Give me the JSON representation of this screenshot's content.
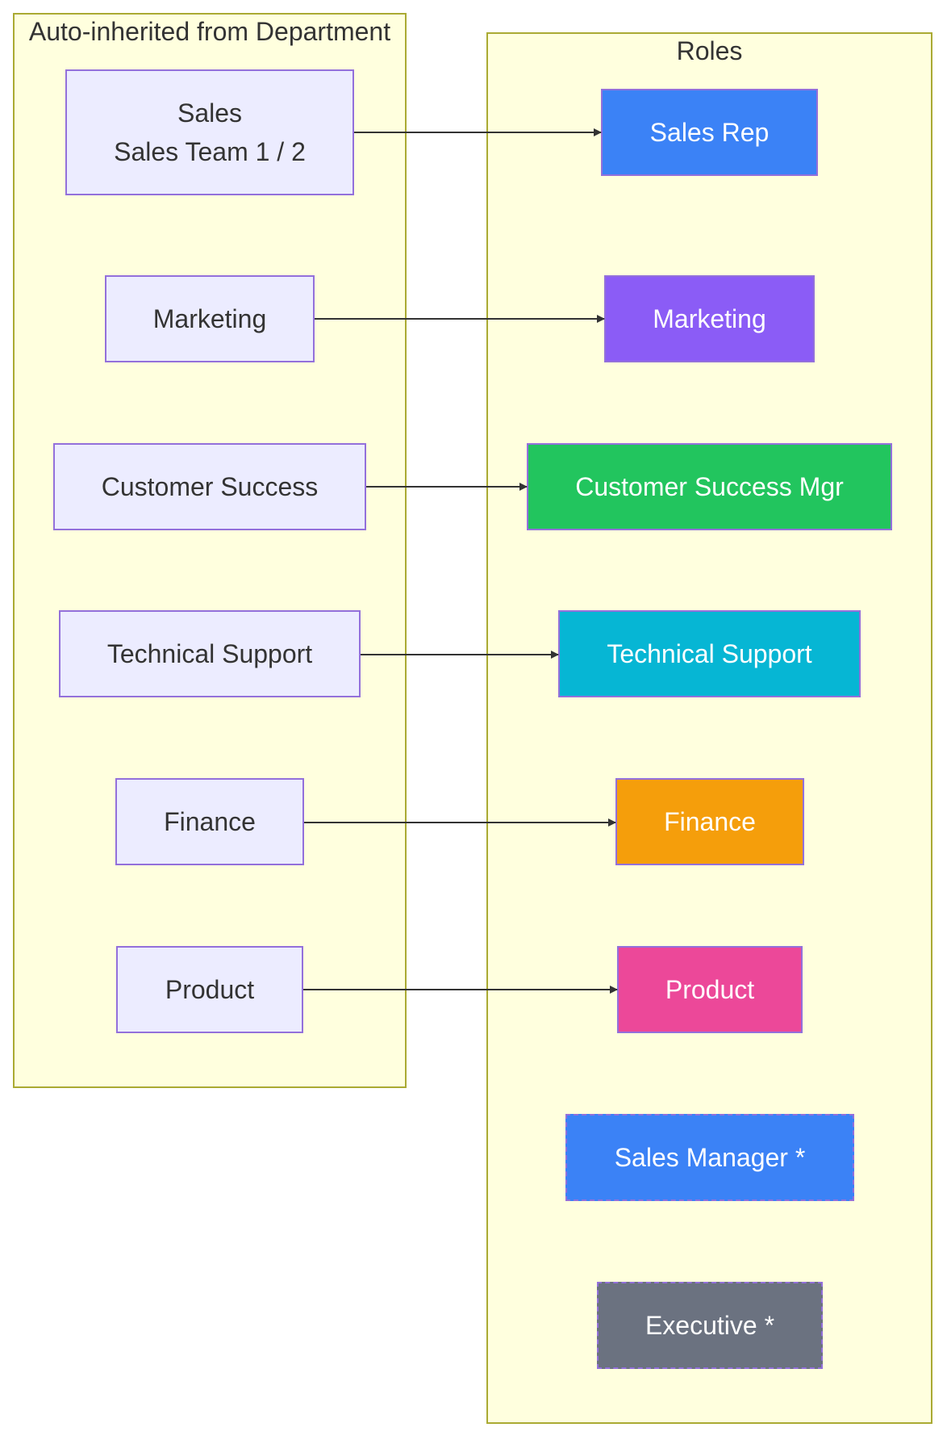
{
  "clusters": {
    "departments": {
      "title": "Auto-inherited from Department"
    },
    "roles": {
      "title": "Roles"
    }
  },
  "departments": [
    {
      "id": "sales",
      "lines": [
        "Sales",
        "Sales Team 1 / 2"
      ]
    },
    {
      "id": "marketing",
      "lines": [
        "Marketing"
      ]
    },
    {
      "id": "customer-success",
      "lines": [
        "Customer Success"
      ]
    },
    {
      "id": "technical-support",
      "lines": [
        "Technical Support"
      ]
    },
    {
      "id": "finance",
      "lines": [
        "Finance"
      ]
    },
    {
      "id": "product",
      "lines": [
        "Product"
      ]
    }
  ],
  "roles": [
    {
      "id": "sales-rep",
      "label": "Sales Rep",
      "color": "#3b82f6",
      "dashed": false
    },
    {
      "id": "marketing",
      "label": "Marketing",
      "color": "#8b5cf6",
      "dashed": false
    },
    {
      "id": "customer-success-mgr",
      "label": "Customer Success Mgr",
      "color": "#22c55e",
      "dashed": false
    },
    {
      "id": "technical-support",
      "label": "Technical Support",
      "color": "#06b6d4",
      "dashed": false
    },
    {
      "id": "finance",
      "label": "Finance",
      "color": "#f59e0b",
      "dashed": false
    },
    {
      "id": "product",
      "label": "Product",
      "color": "#ec4899",
      "dashed": false
    },
    {
      "id": "sales-manager",
      "label": "Sales Manager *",
      "color": "#3b82f6",
      "dashed": true
    },
    {
      "id": "executive",
      "label": "Executive *",
      "color": "#6b7280",
      "dashed": true
    }
  ],
  "edges": [
    {
      "from": "sales",
      "to": "sales-rep"
    },
    {
      "from": "marketing",
      "to": "marketing"
    },
    {
      "from": "customer-success",
      "to": "customer-success-mgr"
    },
    {
      "from": "technical-support",
      "to": "technical-support"
    },
    {
      "from": "finance",
      "to": "finance"
    },
    {
      "from": "product",
      "to": "product"
    }
  ],
  "style": {
    "edge_color": "#333333",
    "cluster_fill": "#ffffde",
    "cluster_border": "#aaaa33",
    "dept_fill": "#ececff",
    "node_border": "#9370db"
  }
}
